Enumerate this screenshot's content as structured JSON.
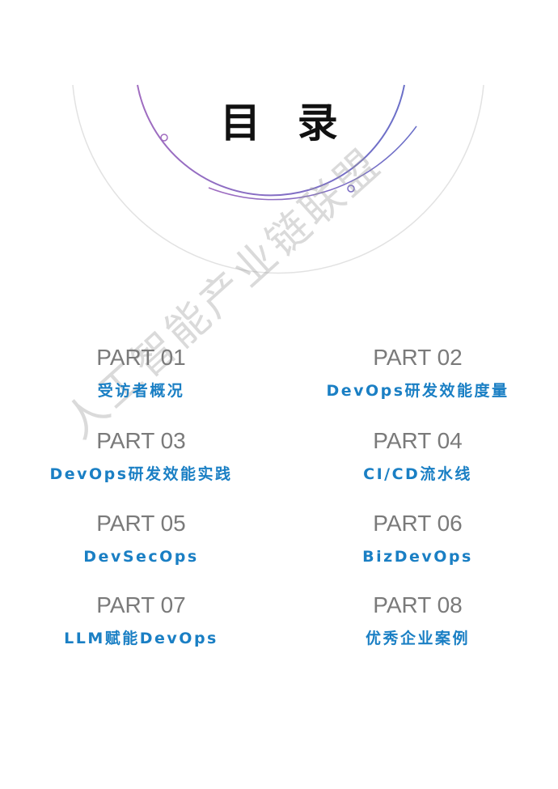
{
  "page": {
    "title": "目 录"
  },
  "watermark": {
    "text": "人工智能产业链联盟"
  },
  "parts": [
    {
      "label": "PART 01",
      "title": "受访者概况"
    },
    {
      "label": "PART 02",
      "title": "DevOps研发效能度量"
    },
    {
      "label": "PART 03",
      "title": "DevOps研发效能实践"
    },
    {
      "label": "PART 04",
      "title": "CI/CD流水线"
    },
    {
      "label": "PART 05",
      "title": "DevSecOps"
    },
    {
      "label": "PART 06",
      "title": "BizDevOps"
    },
    {
      "label": "PART 07",
      "title": "LLM赋能DevOps"
    },
    {
      "label": "PART 08",
      "title": "优秀企业案例"
    }
  ],
  "colors": {
    "accent": "#1a7fc4",
    "label": "#7a7a7a",
    "arc": "#8e5fb0"
  }
}
